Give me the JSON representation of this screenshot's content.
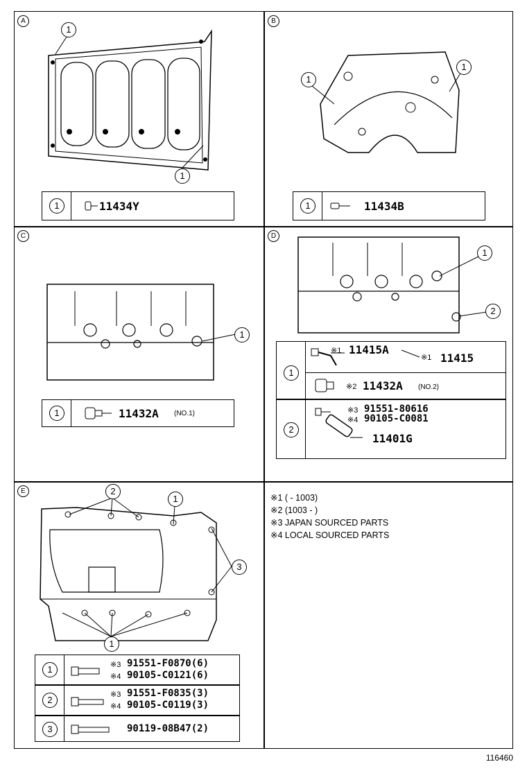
{
  "sections": {
    "A": {
      "badge": "A",
      "callout": "1",
      "part": "11434Y"
    },
    "B": {
      "badge": "B",
      "callout": "1",
      "part": "11434B"
    },
    "C": {
      "badge": "C",
      "callout": "1",
      "part": "11432A",
      "qual": "(NO.1)"
    },
    "D": {
      "badge": "D",
      "callout1": "1",
      "callout2": "2",
      "row1": {
        "num": "1",
        "mark_a": "※1",
        "part_a": "11415A",
        "mark_b": "※1",
        "part_b": "11415",
        "mark_c": "※2",
        "part_c": "11432A",
        "qual_c": "(NO.2)"
      },
      "row2": {
        "num": "2",
        "mark_a": "※3",
        "part_a": "91551-80616",
        "mark_b": "※4",
        "part_b": "90105-C0081",
        "part_c": "11401G"
      }
    },
    "E": {
      "badge": "E",
      "callout1": "1",
      "callout2": "2",
      "callout3": "3",
      "rows": [
        {
          "num": "1",
          "mark_a": "※3",
          "part_a": "91551-F0870(6)",
          "mark_b": "※4",
          "part_b": "90105-C0121(6)"
        },
        {
          "num": "2",
          "mark_a": "※3",
          "part_a": "91551-F0835(3)",
          "mark_b": "※4",
          "part_b": "90105-C0119(3)"
        },
        {
          "num": "3",
          "part_a": "90119-08B47(2)"
        }
      ]
    }
  },
  "notes": [
    "※1 (        - 1003)",
    "※2 (1003 -         )",
    "※3 JAPAN SOURCED PARTS",
    "※4 LOCAL SOURCED PARTS"
  ],
  "figure_id": "116460"
}
